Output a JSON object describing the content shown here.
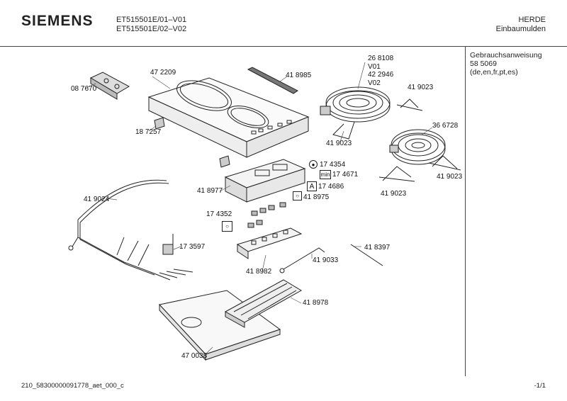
{
  "header": {
    "brand": "SIEMENS",
    "model_line_1": "ET515501E/01–V01",
    "model_line_2": "ET515501E/02–V02",
    "category_line_1": "HERDE",
    "category_line_2": "Einbaumulden"
  },
  "sidebar": {
    "doc_title": "Gebrauchsanweisung",
    "doc_number": "58 5069",
    "doc_languages": "(de,en,fr,pt,es)"
  },
  "parts": {
    "p472209": "47 2209",
    "p418985": "41 8985",
    "p087670": "08 7670",
    "p268108": "26 8108",
    "v01": "V01",
    "p422946": "42 2946",
    "v02": "V02",
    "p419023_a": "41 9023",
    "p187257": "18 7257",
    "p419023_b": "41 9023",
    "p366728": "36 6728",
    "p174354": "17 4354",
    "p174671": "17 4671",
    "p174686": "17 4686",
    "p418977": "41 8977",
    "p418975": "41 8975",
    "p419024": "41 9024",
    "p174352": "17 4352",
    "p173597": "17 3597",
    "p418397": "41 8397",
    "p418982": "41 8982",
    "p419033": "41 9033",
    "p418978": "41 8978",
    "p470038": "47 0038",
    "p419023_c": "41 9023",
    "p419023_d": "41 9023"
  },
  "icons": {
    "min_label": "min",
    "a_label": "A"
  },
  "footer": {
    "drawing_id": "210_58300000091778_aet_000_c",
    "page": "-1/1"
  }
}
